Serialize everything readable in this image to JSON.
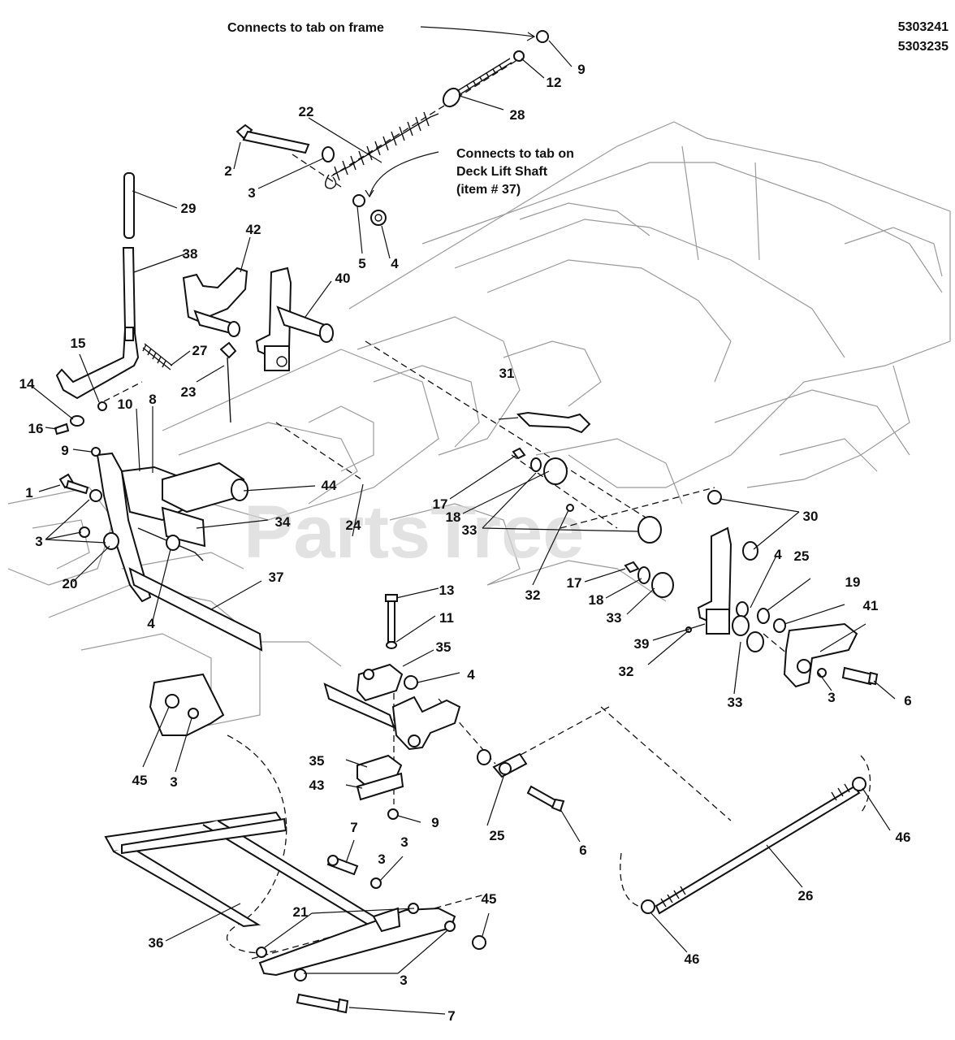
{
  "part_numbers": [
    "5303241",
    "5303235"
  ],
  "watermark": "PartsTree",
  "notes": {
    "frame_tab": "Connects to tab on frame",
    "deck_lift": [
      "Connects to tab on",
      "Deck Lift Shaft",
      "(item # 37)"
    ]
  },
  "callouts": [
    "1",
    "2",
    "3",
    "3",
    "3",
    "3",
    "3",
    "3",
    "3",
    "4",
    "4",
    "4",
    "4",
    "5",
    "6",
    "6",
    "7",
    "7",
    "8",
    "9",
    "9",
    "9",
    "10",
    "11",
    "12",
    "13",
    "14",
    "15",
    "16",
    "17",
    "17",
    "18",
    "18",
    "19",
    "20",
    "21",
    "22",
    "23",
    "24",
    "25",
    "25",
    "26",
    "27",
    "28",
    "29",
    "30",
    "31",
    "32",
    "32",
    "33",
    "33",
    "33",
    "34",
    "35",
    "35",
    "36",
    "37",
    "38",
    "39",
    "40",
    "41",
    "42",
    "43",
    "44",
    "45",
    "45",
    "46",
    "46"
  ],
  "colors": {
    "line": "#111111",
    "ghost": "#9a9a9a",
    "watermark": "#d6d6d6"
  }
}
